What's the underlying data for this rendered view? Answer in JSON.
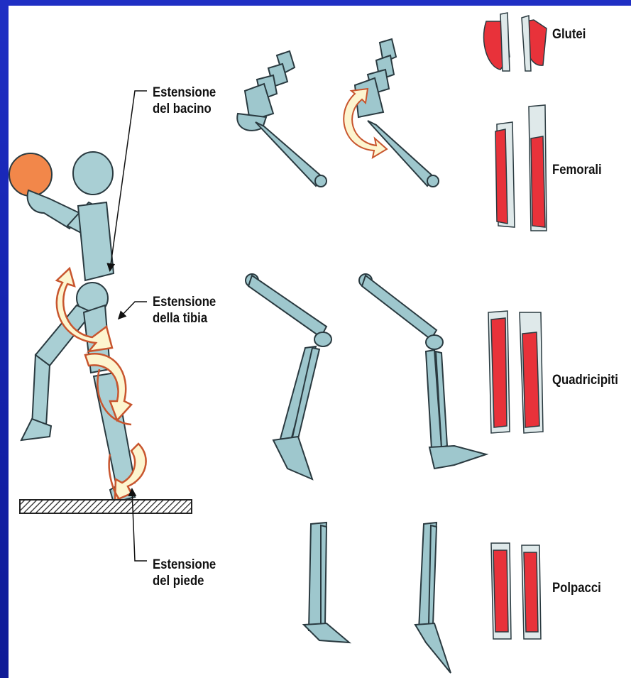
{
  "colors": {
    "background_blue": "#1a27bd",
    "bone": "#9ec7cd",
    "bone_stroke": "#2a3a40",
    "muscle": "#e8323a",
    "ball": "#f2874a",
    "arrow_fill": "#fdf5cf",
    "arrow_stroke": "#c8552e"
  },
  "annotations": {
    "pelvis_extension": {
      "line1": "Estensione",
      "line2": "del bacino"
    },
    "tibia_extension": {
      "line1": "Estensione",
      "line2": "della tibia"
    },
    "foot_extension": {
      "line1": "Estensione",
      "line2": "del piede"
    }
  },
  "muscle_groups": {
    "glutes": "Glutei",
    "hamstrings": "Femorali",
    "quadriceps": "Quadricipiti",
    "calves": "Polpacci"
  }
}
